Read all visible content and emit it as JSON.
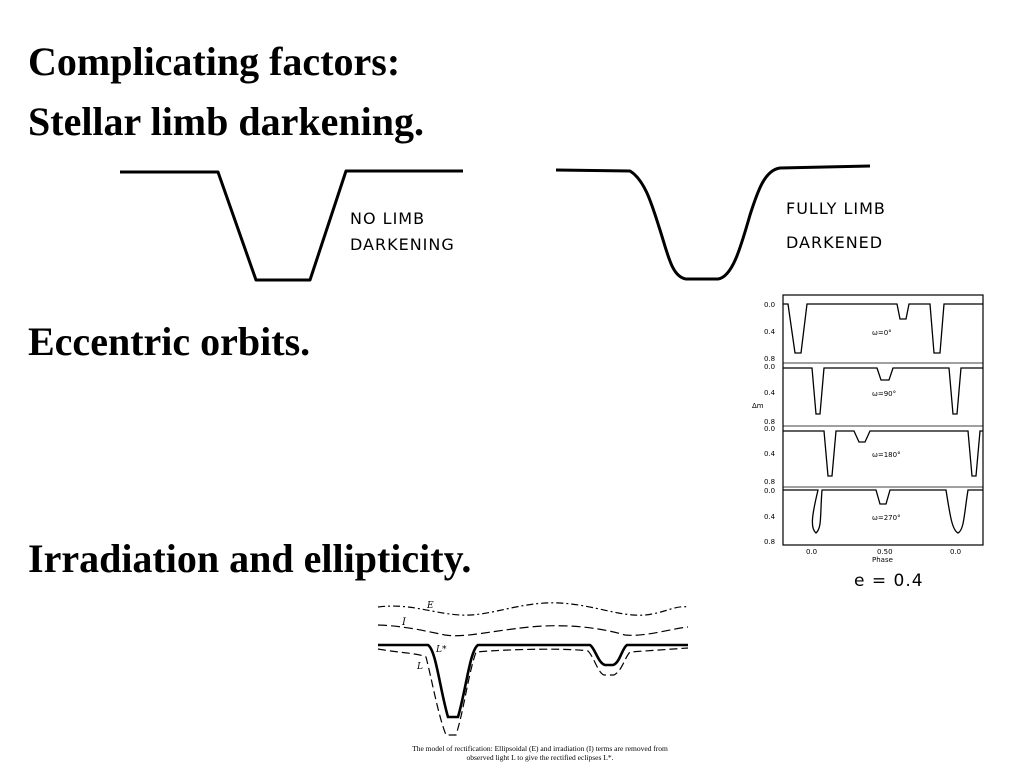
{
  "headings": {
    "h1": "Complicating factors:",
    "h2": "Stellar limb darkening.",
    "h3": "Eccentric orbits.",
    "h4": "Irradiation and ellipticity."
  },
  "limb": {
    "no_line1": "NO LIMB",
    "no_line2": "DARKENING",
    "full_line1": "FULLY LIMB",
    "full_line2": "DARKENED"
  },
  "eccentric": {
    "panels": [
      {
        "omega": "ω=0°",
        "yticks": [
          "0.0",
          "0.4",
          "0.8"
        ]
      },
      {
        "omega": "ω=90°",
        "yticks": [
          "0.0",
          "0.4",
          "0.8"
        ]
      },
      {
        "omega": "ω=180°",
        "yticks": [
          "0.0",
          "0.4",
          "0.8"
        ]
      },
      {
        "omega": "ω=270°",
        "yticks": [
          "0.0",
          "0.4",
          "0.8"
        ]
      }
    ],
    "ylabel": "Δm",
    "xticks": [
      "0.0",
      "0.50",
      "0.0"
    ],
    "xlabel": "Phase",
    "e_label": "e = 0.4"
  },
  "irradiation": {
    "label_E": "E",
    "label_I": "I",
    "label_Lstar": "L*",
    "label_L": "L",
    "caption_line1": "The model of rectification: Ellipsoidal (E) and irradiation (I) terms are removed from",
    "caption_line2": "observed light L to give the rectified eclipses L*."
  }
}
